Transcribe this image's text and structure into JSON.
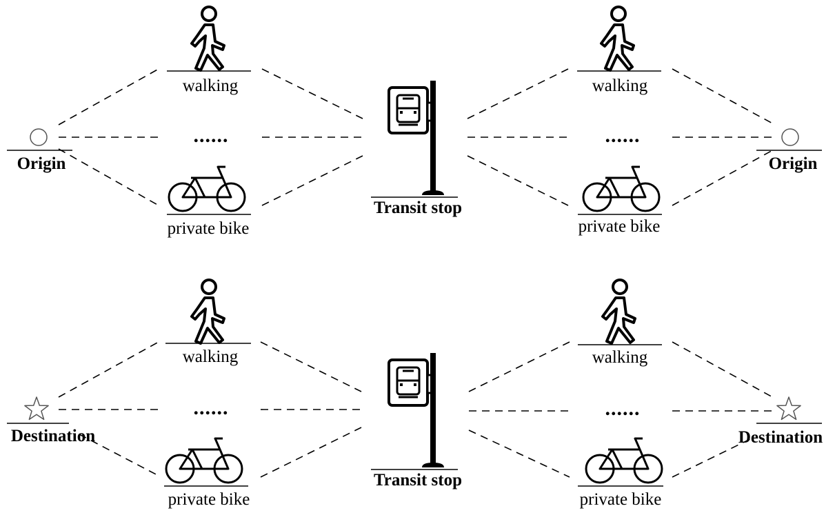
{
  "labels": {
    "origin": "Origin",
    "destination": "Destination",
    "walking": "walking",
    "private_bike": "private bike",
    "transit_stop": "Transit stop",
    "ellipsis": "......"
  },
  "icons": {
    "origin": "circle-icon",
    "destination": "star-icon",
    "walking": "walking-person-icon",
    "bike": "bicycle-icon",
    "transit": "bus-stop-sign-icon"
  }
}
